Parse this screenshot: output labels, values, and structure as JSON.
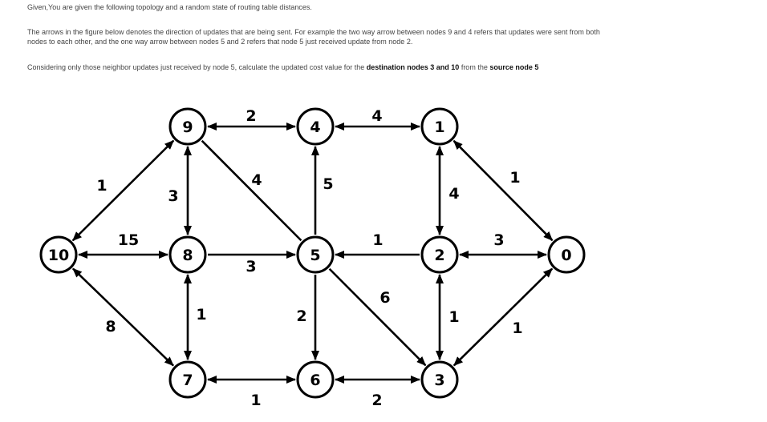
{
  "intro": "Given,You are given the following topology and a random state of routing table distances.",
  "arrows_explanation": "The arrows in the figure below denotes the direction of updates that are being sent. For example the two way arrow between nodes 9 and 4 refers that updates were sent from both nodes to each other, and the one way arrow between nodes 5 and 2 refers that node 5 just received update from node 2.",
  "question": {
    "part1": "Considering only those neighbor updates just received by node 5, calculate the updated cost value for the ",
    "bold1": "destination nodes 3 and 10",
    "part2": " from the ",
    "bold2": "source node 5"
  },
  "graph": {
    "nodes": [
      {
        "id": "n9",
        "label": "9"
      },
      {
        "id": "n4",
        "label": "4"
      },
      {
        "id": "n1",
        "label": "1"
      },
      {
        "id": "n10",
        "label": "10"
      },
      {
        "id": "n8",
        "label": "8"
      },
      {
        "id": "n5",
        "label": "5"
      },
      {
        "id": "n2",
        "label": "2"
      },
      {
        "id": "n0",
        "label": "0"
      },
      {
        "id": "n7",
        "label": "7"
      },
      {
        "id": "n6",
        "label": "6"
      },
      {
        "id": "n3",
        "label": "3"
      }
    ],
    "edges": [
      {
        "id": "e9-4",
        "from": "n9",
        "to": "n4",
        "weight": "2",
        "direction": "both"
      },
      {
        "id": "e4-1",
        "from": "n4",
        "to": "n1",
        "weight": "4",
        "direction": "both"
      },
      {
        "id": "e9-10",
        "from": "n9",
        "to": "n10",
        "weight": "1",
        "direction": "both"
      },
      {
        "id": "e9-8",
        "from": "n9",
        "to": "n8",
        "weight": "3",
        "direction": "both"
      },
      {
        "id": "e9-5",
        "from": "n9",
        "to": "n5",
        "weight": "4",
        "direction": "none"
      },
      {
        "id": "e5-4",
        "from": "n5",
        "to": "n4",
        "weight": "5",
        "direction": "to"
      },
      {
        "id": "e1-2",
        "from": "n1",
        "to": "n2",
        "weight": "4",
        "direction": "both"
      },
      {
        "id": "e1-0",
        "from": "n1",
        "to": "n0",
        "weight": "1",
        "direction": "both"
      },
      {
        "id": "e8-10",
        "from": "n8",
        "to": "n10",
        "weight": "15",
        "direction": "both"
      },
      {
        "id": "e8-5",
        "from": "n8",
        "to": "n5",
        "weight": "3",
        "direction": "to"
      },
      {
        "id": "e2-5",
        "from": "n2",
        "to": "n5",
        "weight": "1",
        "direction": "to"
      },
      {
        "id": "e2-0",
        "from": "n2",
        "to": "n0",
        "weight": "3",
        "direction": "both"
      },
      {
        "id": "e10-7",
        "from": "n10",
        "to": "n7",
        "weight": "8",
        "direction": "both"
      },
      {
        "id": "e8-7",
        "from": "n8",
        "to": "n7",
        "weight": "1",
        "direction": "both"
      },
      {
        "id": "e5-6",
        "from": "n5",
        "to": "n6",
        "weight": "2",
        "direction": "to"
      },
      {
        "id": "e5-3",
        "from": "n5",
        "to": "n3",
        "weight": "6",
        "direction": "to"
      },
      {
        "id": "e2-3",
        "from": "n2",
        "to": "n3",
        "weight": "1",
        "direction": "both"
      },
      {
        "id": "e0-3",
        "from": "n0",
        "to": "n3",
        "weight": "1",
        "direction": "both"
      },
      {
        "id": "e7-6",
        "from": "n7",
        "to": "n6",
        "weight": "1",
        "direction": "both"
      },
      {
        "id": "e6-3",
        "from": "n6",
        "to": "n3",
        "weight": "2",
        "direction": "both"
      }
    ]
  }
}
